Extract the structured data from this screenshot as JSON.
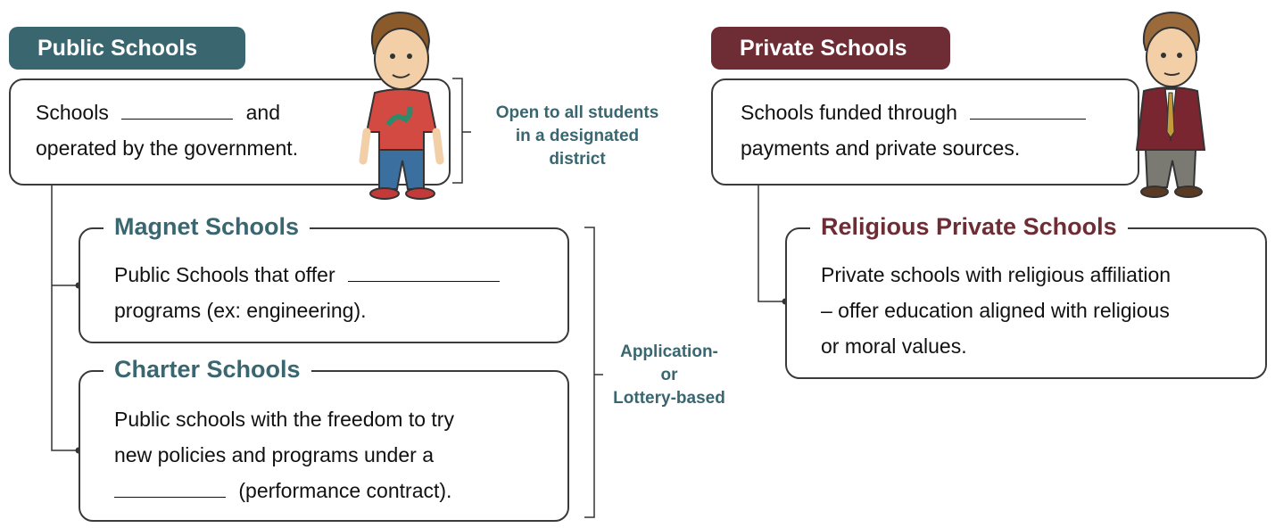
{
  "public": {
    "header": "Public Schools",
    "desc_line1_start": "Schools",
    "desc_line1_end": "and",
    "desc_line2": "operated by the government.",
    "bracket_note": [
      "Open to all students",
      "in a designated",
      "district"
    ]
  },
  "magnet": {
    "title": "Magnet Schools",
    "line1": "Public Schools that offer",
    "line2": "programs (ex: engineering)."
  },
  "charter": {
    "title": "Charter Schools",
    "line1": "Public schools with the freedom to try",
    "line2": "new policies and programs under a",
    "line3": "(performance contract)."
  },
  "application_note": [
    "Application-",
    "or",
    "Lottery-based"
  ],
  "private": {
    "header": "Private Schools",
    "desc_line1": "Schools funded through",
    "desc_line2": "payments and private sources."
  },
  "religious": {
    "title": "Religious Private Schools",
    "line1": "Private schools with religious affiliation",
    "line2": "– offer education aligned with religious",
    "line3": "or moral values."
  },
  "colors": {
    "teal": "#3a6670",
    "maroon": "#6e2c35"
  }
}
